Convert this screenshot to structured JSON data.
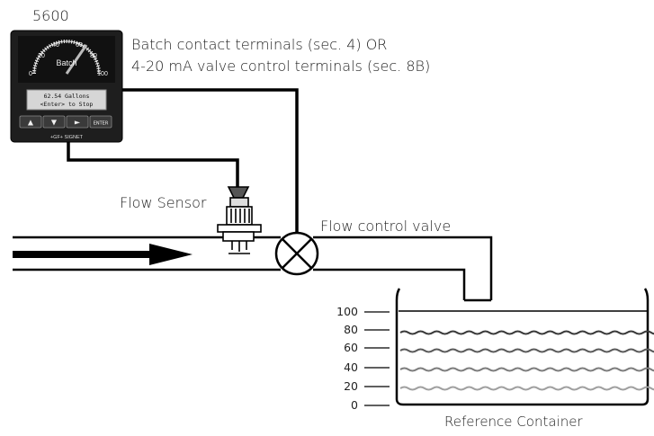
{
  "model": "5600",
  "labels": {
    "terminals_line1": "Batch contact terminals (sec. 4) OR",
    "terminals_line2": "4-20 mA valve control terminals (sec. 8B)",
    "flow_sensor": "Flow Sensor",
    "flow_valve": "Flow control valve",
    "reference_container": "Reference Container"
  },
  "instrument": {
    "gauge_word": "Batch",
    "gauge_ticks": [
      "0",
      "20",
      "40",
      "60",
      "80",
      "100"
    ],
    "display_line1": "62.54 Gallons",
    "display_line2": "<Enter> to Stop",
    "buttons": [
      "▲",
      "▼",
      "►",
      "ENTER"
    ],
    "brand": "+GF+ SIGNET"
  },
  "scale": [
    "100",
    "80",
    "60",
    "40",
    "20",
    "0"
  ],
  "colors": {
    "ink": "#000000",
    "panel": "#1e1e1e",
    "lcd": "#d6d6d6",
    "wave_shades": [
      "#3a3a3a",
      "#5a5a5a",
      "#7d7d7d",
      "#a0a0a0",
      "#c4c4c4"
    ]
  }
}
